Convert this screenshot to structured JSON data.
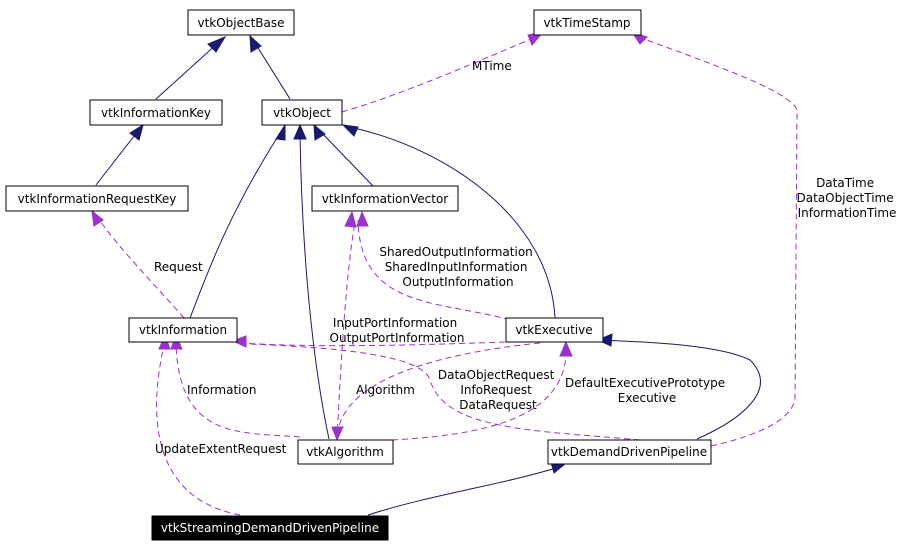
{
  "colors": {
    "inheritance": "#191970",
    "usage": "#9a32cd",
    "highlight_fill": "#000000",
    "highlight_text": "#ffffff"
  },
  "nodes": {
    "vtkObjectBase": "vtkObjectBase",
    "vtkTimeStamp": "vtkTimeStamp",
    "vtkInformationKey": "vtkInformationKey",
    "vtkObject": "vtkObject",
    "vtkInformationRequestKey": "vtkInformationRequestKey",
    "vtkInformationVector": "vtkInformationVector",
    "vtkInformation": "vtkInformation",
    "vtkExecutive": "vtkExecutive",
    "vtkAlgorithm": "vtkAlgorithm",
    "vtkDemandDrivenPipeline": "vtkDemandDrivenPipeline",
    "vtkStreamingDemandDrivenPipeline": "vtkStreamingDemandDrivenPipeline"
  },
  "edge_labels": {
    "mtime": "MTime",
    "data_time": [
      "DataTime",
      "DataObjectTime",
      "InformationTime"
    ],
    "request": "Request",
    "shared_output": [
      "SharedOutputInformation",
      "SharedInputInformation",
      "OutputInformation"
    ],
    "port_information": [
      "InputPortInformation",
      "OutputPortInformation"
    ],
    "data_object_request": [
      "DataObjectRequest",
      "InfoRequest",
      "DataRequest"
    ],
    "default_executive": [
      "DefaultExecutivePrototype",
      "Executive"
    ],
    "algorithm": "Algorithm",
    "information": "Information",
    "update_extent_request": "UpdateExtentRequest"
  }
}
